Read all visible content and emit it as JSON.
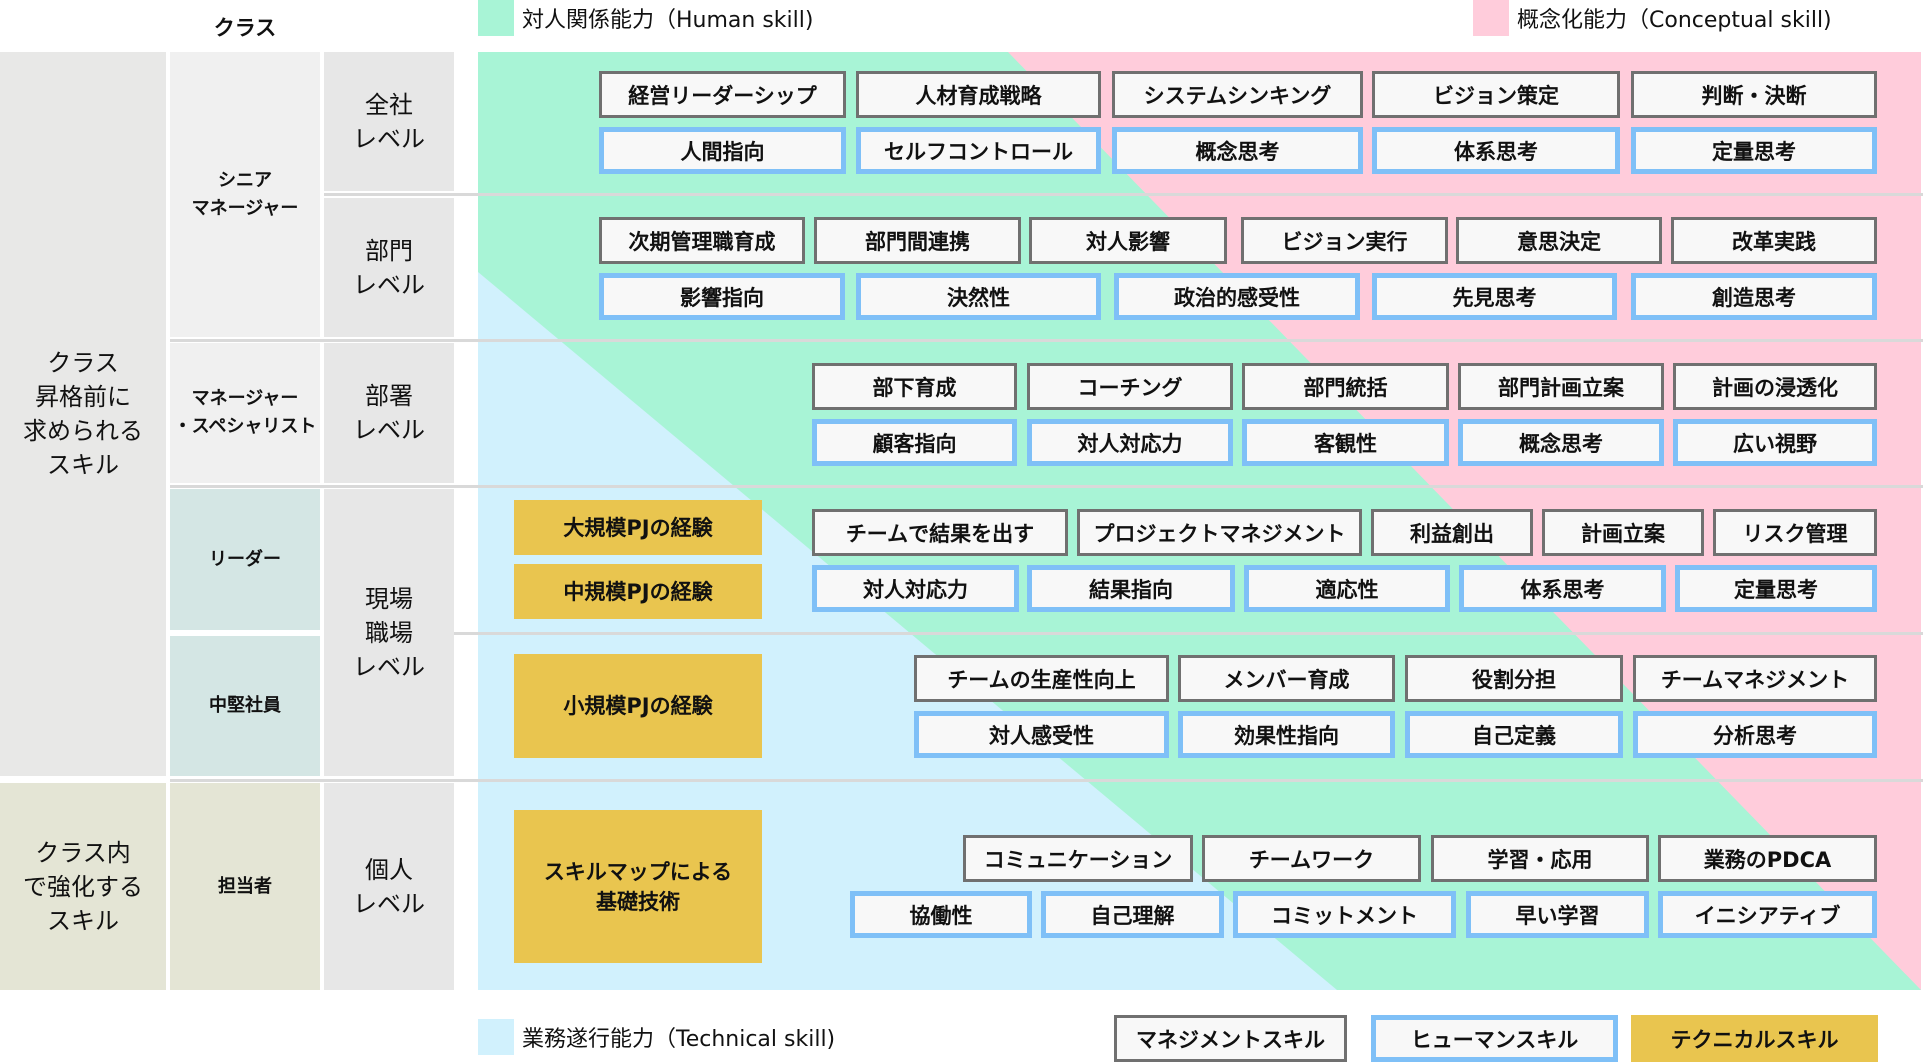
{
  "header": {
    "class_label": "クラス"
  },
  "legend": {
    "human": {
      "label": "対人関係能力（Human skill)",
      "color": "#a8f4d6"
    },
    "conceptual": {
      "label": "概念化能力（Conceptual skill)",
      "color": "#ffccdb"
    },
    "technical": {
      "label": "業務遂行能力（Technical skill)",
      "color": "#d1f1fd"
    },
    "skill_types": [
      {
        "label": "マネジメントスキル",
        "type": "mgmt"
      },
      {
        "label": "ヒューマンスキル",
        "type": "human"
      },
      {
        "label": "テクニカルスキル",
        "type": "tech"
      }
    ]
  },
  "colors": {
    "technical_yellow": "#e9c54f",
    "human_border": "#7fc0f7",
    "mgmt_border": "#707070"
  },
  "categories": {
    "upper": "クラス\n昇格前に\n求められる\nスキル",
    "lower": "クラス内\nで強化する\nスキル"
  },
  "classes": [
    {
      "label": "シニア\nマネージャー"
    },
    {
      "label": "マネージャー\n・スペシャリスト"
    },
    {
      "label": "リーダー"
    },
    {
      "label": "中堅社員"
    },
    {
      "label": "担当者"
    }
  ],
  "levels": [
    {
      "label": "全社\nレベル"
    },
    {
      "label": "部門\nレベル"
    },
    {
      "label": "部署\nレベル"
    },
    {
      "label": "現場\n職場\nレベル"
    },
    {
      "label": "個人\nレベル"
    }
  ],
  "technical_skills": [
    {
      "label": "大規模PJの経験"
    },
    {
      "label": "中規模PJの経験"
    },
    {
      "label": "小規模PJの経験"
    },
    {
      "label": "スキルマップによる\n基礎技術"
    }
  ],
  "rows": [
    {
      "mgmt": [
        "経営リーダーシップ",
        "人材育成戦略",
        "システムシンキング",
        "ビジョン策定",
        "判断・決断"
      ],
      "human": [
        "人間指向",
        "セルフコントロール",
        "概念思考",
        "体系思考",
        "定量思考"
      ]
    },
    {
      "mgmt": [
        "次期管理職育成",
        "部門間連携",
        "対人影響",
        "ビジョン実行",
        "意思決定",
        "改革実践"
      ],
      "human": [
        "影響指向",
        "決然性",
        "政治的感受性",
        "先見思考",
        "創造思考"
      ]
    },
    {
      "mgmt": [
        "部下育成",
        "コーチング",
        "部門統括",
        "部門計画立案",
        "計画の浸透化"
      ],
      "human": [
        "顧客指向",
        "対人対応力",
        "客観性",
        "概念思考",
        "広い視野"
      ]
    },
    {
      "mgmt": [
        "チームで結果を出す",
        "プロジェクトマネジメント",
        "利益創出",
        "計画立案",
        "リスク管理"
      ],
      "human": [
        "対人対応力",
        "結果指向",
        "適応性",
        "体系思考",
        "定量思考"
      ]
    },
    {
      "mgmt": [
        "チームの生産性向上",
        "メンバー育成",
        "役割分担",
        "チームマネジメント"
      ],
      "human": [
        "対人感受性",
        "効果性指向",
        "自己定義",
        "分析思考"
      ]
    },
    {
      "mgmt": [
        "コミュニケーション",
        "チームワーク",
        "学習・応用",
        "業務のPDCA"
      ],
      "human": [
        "協働性",
        "自己理解",
        "コミットメント",
        "早い学習",
        "イニシアティブ"
      ]
    }
  ]
}
